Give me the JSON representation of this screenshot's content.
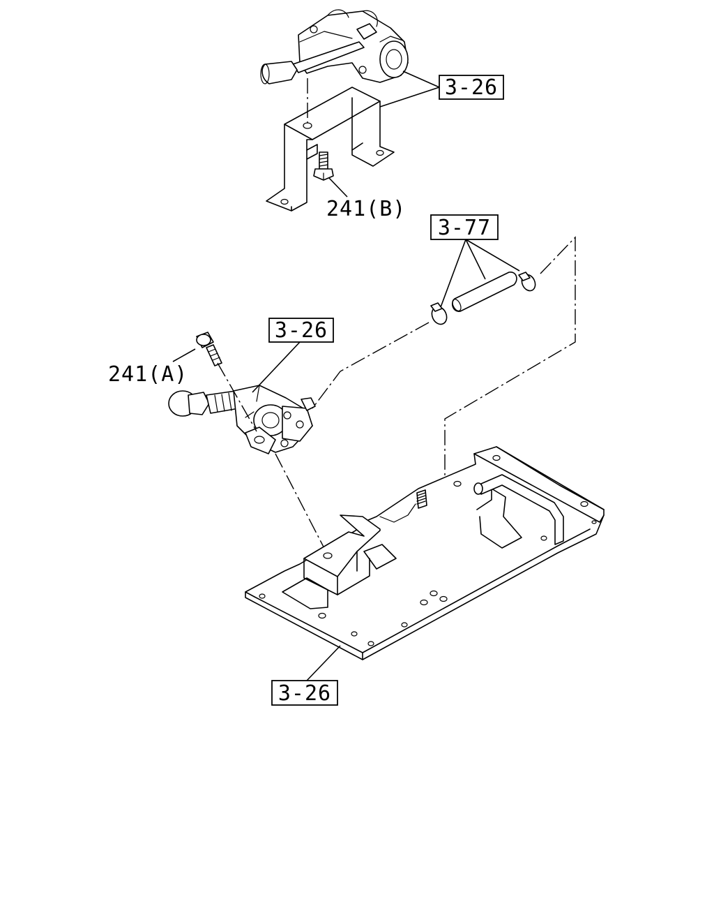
{
  "callouts": {
    "top_ref": "3-26",
    "middle_ref": "3-26",
    "bottom_ref": "3-26",
    "pipe_ref": "3-77"
  },
  "labels": {
    "bolt_b": "241(B)",
    "bolt_a": "241(A)"
  }
}
